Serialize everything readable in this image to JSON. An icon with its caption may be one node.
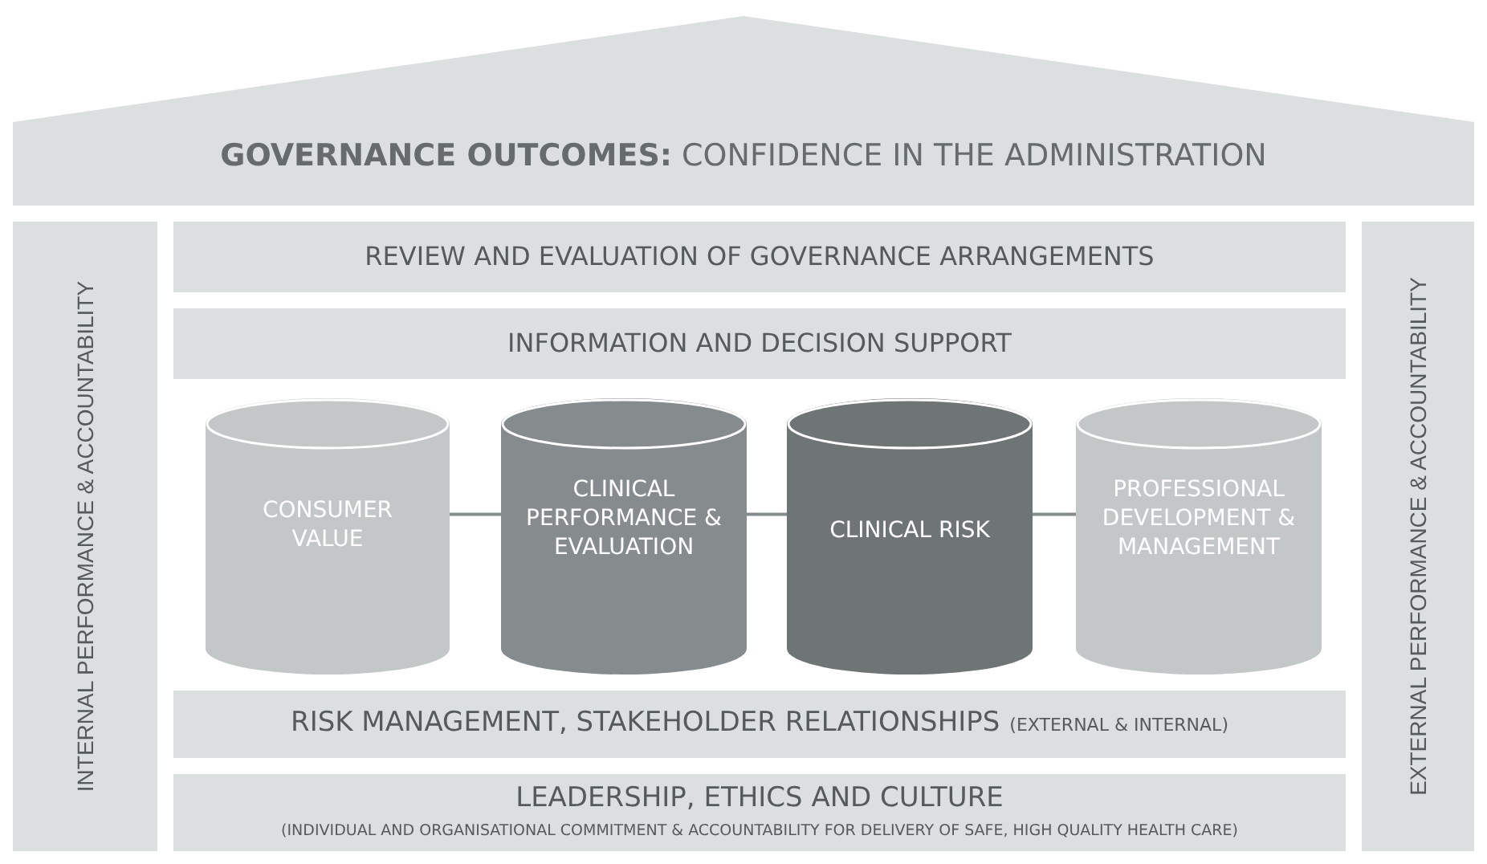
{
  "diagram": {
    "nodes": [
      {
        "text": [
          "**GOVERNANCE OUTCOMES:** CONFIDENCE IN THE ADMINISTRATION"
        ]
      },
      {
        "text": [
          "INTERNAL PERFORMANCE & ACCOUNTABILITY"
        ]
      },
      {
        "text": [
          "REVIEW AND EVALUATION OF GOVERNANCE ARRANGEMENTS"
        ]
      },
      {
        "text": [
          "INFORMATION AND DECISION SUPPORT"
        ]
      },
      {
        "text": [
          "CONSUMER VALUE"
        ]
      },
      {
        "text": [
          "CLINICAL PERFORMANCE & EVALUATION"
        ]
      },
      {
        "text": [
          "CLINICAL RISK"
        ]
      },
      {
        "text": [
          "PROFESSIONAL DEVELOPMENT & MANAGEMENT"
        ]
      },
      {
        "text": [
          "RISK MANAGEMENT, STAKEHOLDER RELATIONSHIPS",
          "(EXTERNAL & INTERNAL)"
        ]
      },
      {
        "text": [
          "LEADERSHIP, ETHICS AND CULTURE",
          "(INDIVIDUAL AND ORGANISATIONAL COMMITMENT & ACCOUNTABILITY FOR DELIVERY OF SAFE, HIGH QUALITY HEALTH CARE)"
        ]
      },
      {
        "text": [
          "EXTERNAL PERFORMANCE & ACCOUNTABILITY"
        ]
      }
    ],
    "edges": [
      {
        "from": 4,
        "to": 5,
        "arrow": "none"
      },
      {
        "from": 5,
        "to": 6,
        "arrow": "none"
      },
      {
        "from": 6,
        "to": 7,
        "arrow": "none"
      }
    ]
  }
}
